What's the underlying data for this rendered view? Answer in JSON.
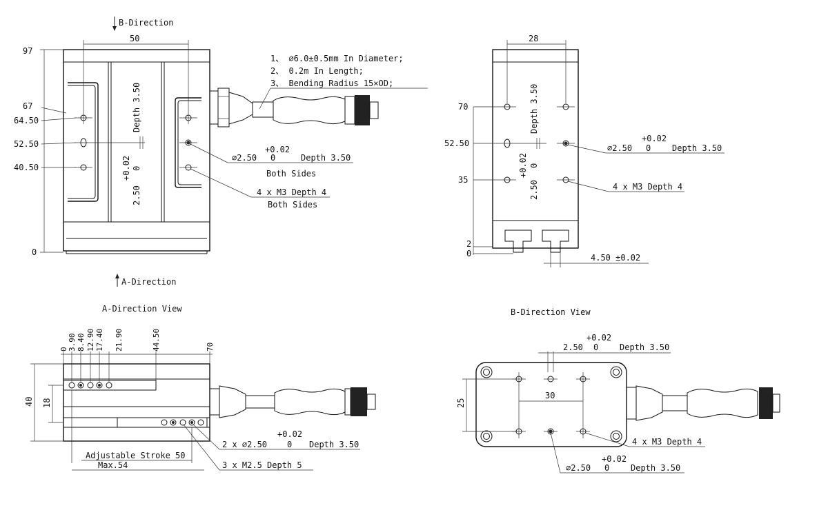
{
  "directions": {
    "b": "B-Direction",
    "a": "A-Direction"
  },
  "views": {
    "a_view": "A-Direction View",
    "b_view": "B-Direction View"
  },
  "cable_notes": [
    "1、 ∅6.0±0.5mm In Diameter;",
    "2、 0.2m In Length;",
    "3、 Bending Radius 15×OD;"
  ],
  "front": {
    "width_dim": "50",
    "y_dims": [
      "97",
      "67",
      "64.50",
      "52.50",
      "40.50",
      "0"
    ],
    "depth_label": "Depth 3.50",
    "tol_upper": "+0.02",
    "tol_lower": "0",
    "slot_width": "2.50",
    "hole_callout": {
      "tol": "+0.02",
      "dia": "∅2.50",
      "zero": "0",
      "depth": "Depth 3.50",
      "note": "Both Sides"
    },
    "thread_callout": {
      "text": "4 x M3 Depth 4",
      "note": "Both Sides"
    }
  },
  "side": {
    "width_dim": "28",
    "y_dims": [
      "70",
      "52.50",
      "35",
      "2",
      "0"
    ],
    "depth_label": "Depth 3.50",
    "tol_upper": "+0.02",
    "tol_lower": "0",
    "slot_width": "2.50",
    "hole_callout": {
      "tol": "+0.02",
      "dia": "∅2.50",
      "zero": "0",
      "depth": "Depth 3.50"
    },
    "thread_callout": "4 x M3 Depth 4",
    "rail_dim": "4.50 ±0.02"
  },
  "a_view": {
    "x_dims": [
      "0",
      "3.90",
      "8.40",
      "12.90",
      "17.40",
      "21.90",
      "44.50",
      "70"
    ],
    "height_dims": [
      "40",
      "18"
    ],
    "hole_callout": {
      "tol": "+0.02",
      "text": "2 x ∅2.50",
      "zero": "0",
      "depth": "Depth 3.50"
    },
    "thread_callout": "3 x  M2.5 Depth 5",
    "stroke": "Adjustable Stroke 50",
    "max": "Max.54"
  },
  "b_view": {
    "top_callout": {
      "tol": "+0.02",
      "dia": "2.50",
      "zero": "0",
      "depth": "Depth 3.50"
    },
    "width_dim": "30",
    "height_dim": "25",
    "thread_callout": "4 x M3 Depth 4",
    "bottom_callout": {
      "tol": "+0.02",
      "dia": "∅2.50",
      "zero": "0",
      "depth": "Depth 3.50"
    }
  }
}
